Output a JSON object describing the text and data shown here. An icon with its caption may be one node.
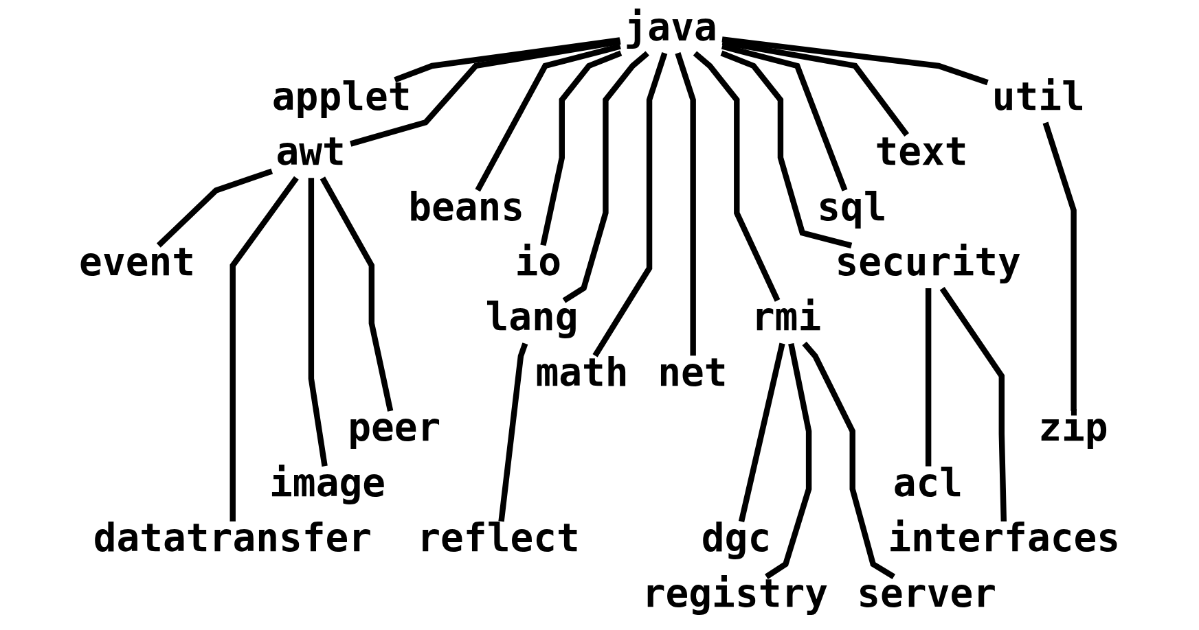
{
  "diagram": {
    "nodes": [
      {
        "text": [
          "java"
        ]
      },
      {
        "text": [
          "applet"
        ]
      },
      {
        "text": [
          "awt"
        ]
      },
      {
        "text": [
          "beans"
        ]
      },
      {
        "text": [
          "io"
        ]
      },
      {
        "text": [
          "lang"
        ]
      },
      {
        "text": [
          "math"
        ]
      },
      {
        "text": [
          "net"
        ]
      },
      {
        "text": [
          "rmi"
        ]
      },
      {
        "text": [
          "security"
        ]
      },
      {
        "text": [
          "sql"
        ]
      },
      {
        "text": [
          "text"
        ]
      },
      {
        "text": [
          "util"
        ]
      },
      {
        "text": [
          "event"
        ]
      },
      {
        "text": [
          "datatransfer"
        ]
      },
      {
        "text": [
          "image"
        ]
      },
      {
        "text": [
          "peer"
        ]
      },
      {
        "text": [
          "reflect"
        ]
      },
      {
        "text": [
          "dgc"
        ]
      },
      {
        "text": [
          "registry"
        ]
      },
      {
        "text": [
          "server"
        ]
      },
      {
        "text": [
          "acl"
        ]
      },
      {
        "text": [
          "interfaces"
        ]
      },
      {
        "text": [
          "zip"
        ]
      }
    ],
    "edges": [
      {
        "from": 0,
        "to": 1,
        "arrow": "none"
      },
      {
        "from": 0,
        "to": 2,
        "arrow": "none"
      },
      {
        "from": 0,
        "to": 3,
        "arrow": "none"
      },
      {
        "from": 0,
        "to": 4,
        "arrow": "none"
      },
      {
        "from": 0,
        "to": 5,
        "arrow": "none"
      },
      {
        "from": 0,
        "to": 6,
        "arrow": "none"
      },
      {
        "from": 0,
        "to": 7,
        "arrow": "none"
      },
      {
        "from": 0,
        "to": 8,
        "arrow": "none"
      },
      {
        "from": 0,
        "to": 9,
        "arrow": "none"
      },
      {
        "from": 0,
        "to": 10,
        "arrow": "none"
      },
      {
        "from": 0,
        "to": 11,
        "arrow": "none"
      },
      {
        "from": 0,
        "to": 12,
        "arrow": "none"
      },
      {
        "from": 2,
        "to": 13,
        "arrow": "none"
      },
      {
        "from": 2,
        "to": 14,
        "arrow": "none"
      },
      {
        "from": 2,
        "to": 15,
        "arrow": "none"
      },
      {
        "from": 2,
        "to": 16,
        "arrow": "none"
      },
      {
        "from": 5,
        "to": 17,
        "arrow": "none"
      },
      {
        "from": 8,
        "to": 18,
        "arrow": "none"
      },
      {
        "from": 8,
        "to": 19,
        "arrow": "none"
      },
      {
        "from": 8,
        "to": 20,
        "arrow": "none"
      },
      {
        "from": 9,
        "to": 21,
        "arrow": "none"
      },
      {
        "from": 9,
        "to": 22,
        "arrow": "none"
      },
      {
        "from": 12,
        "to": 23,
        "arrow": "none"
      }
    ]
  }
}
